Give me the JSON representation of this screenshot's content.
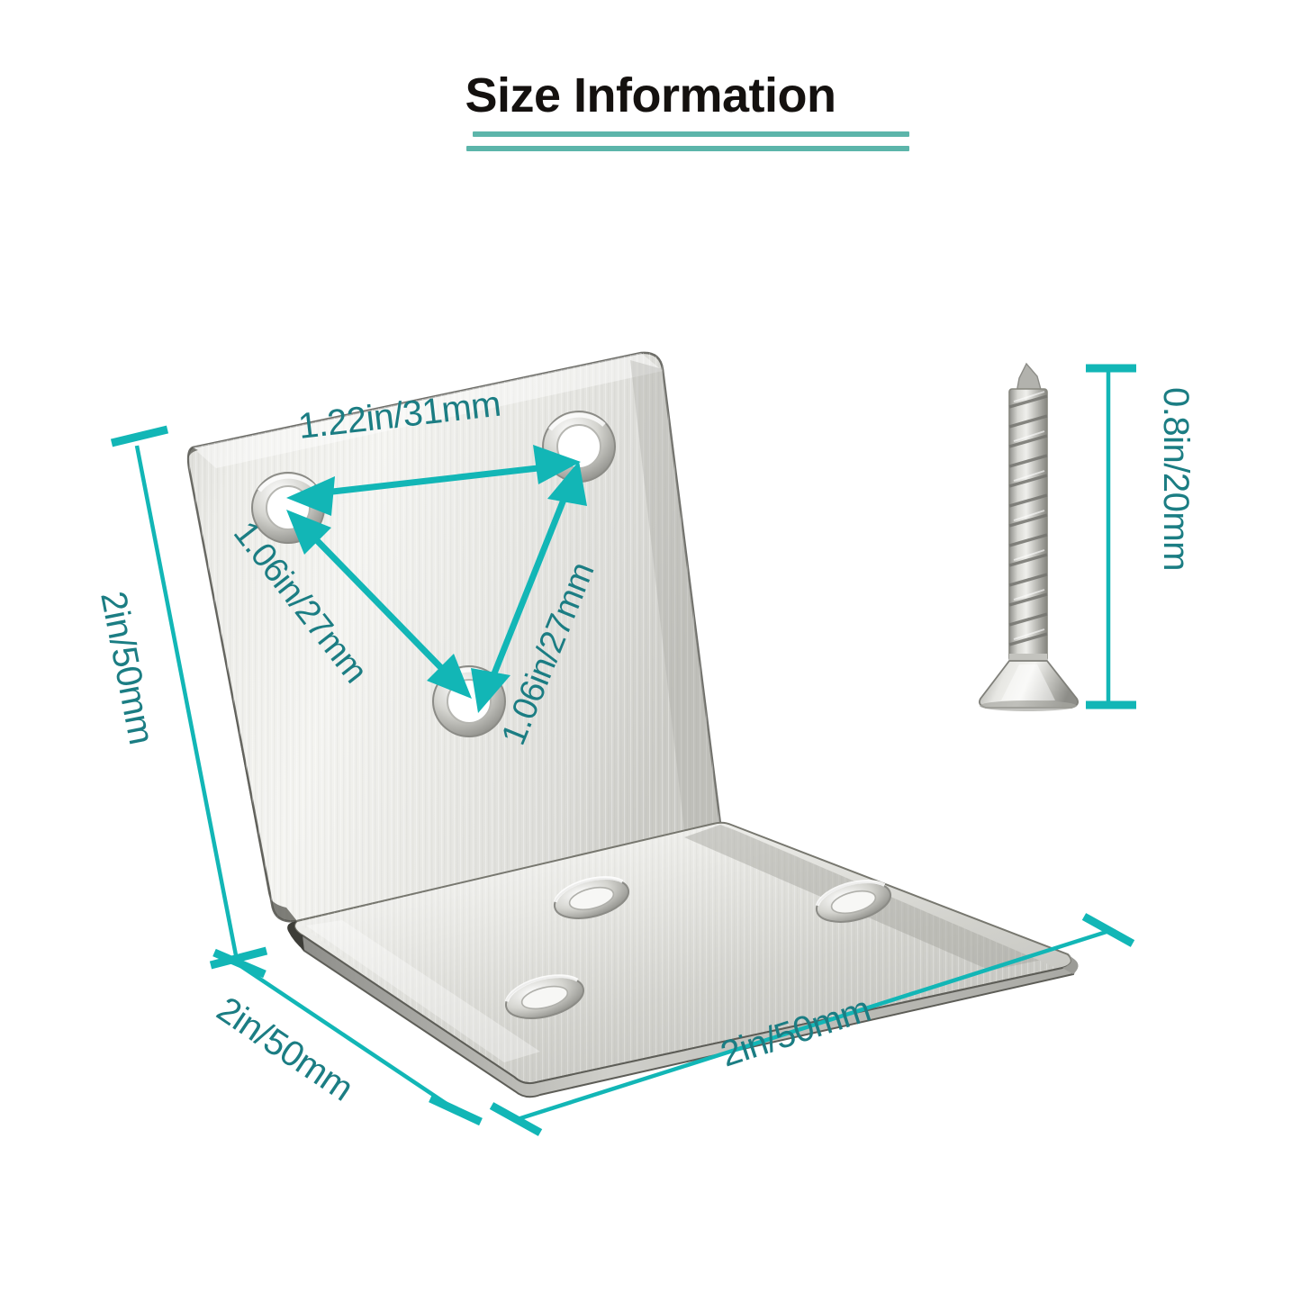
{
  "page": {
    "background_color": "#ffffff",
    "title": "Size Information",
    "title_color": "#14110f",
    "rule_color": "#5cb5aa"
  },
  "theme": {
    "annotation_line_color": "#12b6b6",
    "annotation_text_color": "#1b7d83",
    "metal_light": "#f2f2f0",
    "metal_mid": "#cfcfcb",
    "metal_dark": "#9a9a96",
    "metal_edge": "#3a3a38"
  },
  "product": {
    "name": "stainless-steel-l-corner-bracket",
    "parts": [
      {
        "name": "corner-bracket",
        "hole_count_vertical": 3,
        "hole_count_base": 3
      },
      {
        "name": "flat-head-wood-screw",
        "quantity_shown": 1
      }
    ]
  },
  "dimensions": {
    "bracket_height": "2in/50mm",
    "bracket_depth": "2in/50mm",
    "bracket_width": "2in/50mm",
    "hole_span_top": "1.22in/31mm",
    "hole_span_left_diagonal": "1.06in/27mm",
    "hole_span_right_diagonal": "1.06in/27mm",
    "screw_length": "0.8in/20mm"
  },
  "annotations": [
    {
      "id": "hole-span-top",
      "label": "1.22in/31mm",
      "kind": "double-arrow",
      "target": "vertical-plate-top-holes"
    },
    {
      "id": "hole-span-left",
      "label": "1.06in/27mm",
      "kind": "double-arrow",
      "target": "vertical-plate-left-diagonal"
    },
    {
      "id": "hole-span-right",
      "label": "1.06in/27mm",
      "kind": "double-arrow",
      "target": "vertical-plate-right-diagonal"
    },
    {
      "id": "bracket-height",
      "label": "2in/50mm",
      "kind": "dimension-line",
      "target": "vertical-plate-height"
    },
    {
      "id": "bracket-depth",
      "label": "2in/50mm",
      "kind": "dimension-line",
      "target": "base-plate-depth"
    },
    {
      "id": "bracket-width",
      "label": "2in/50mm",
      "kind": "dimension-line",
      "target": "base-plate-width"
    },
    {
      "id": "screw-length",
      "label": "0.8in/20mm",
      "kind": "dimension-line",
      "target": "screw-overall-length"
    }
  ]
}
